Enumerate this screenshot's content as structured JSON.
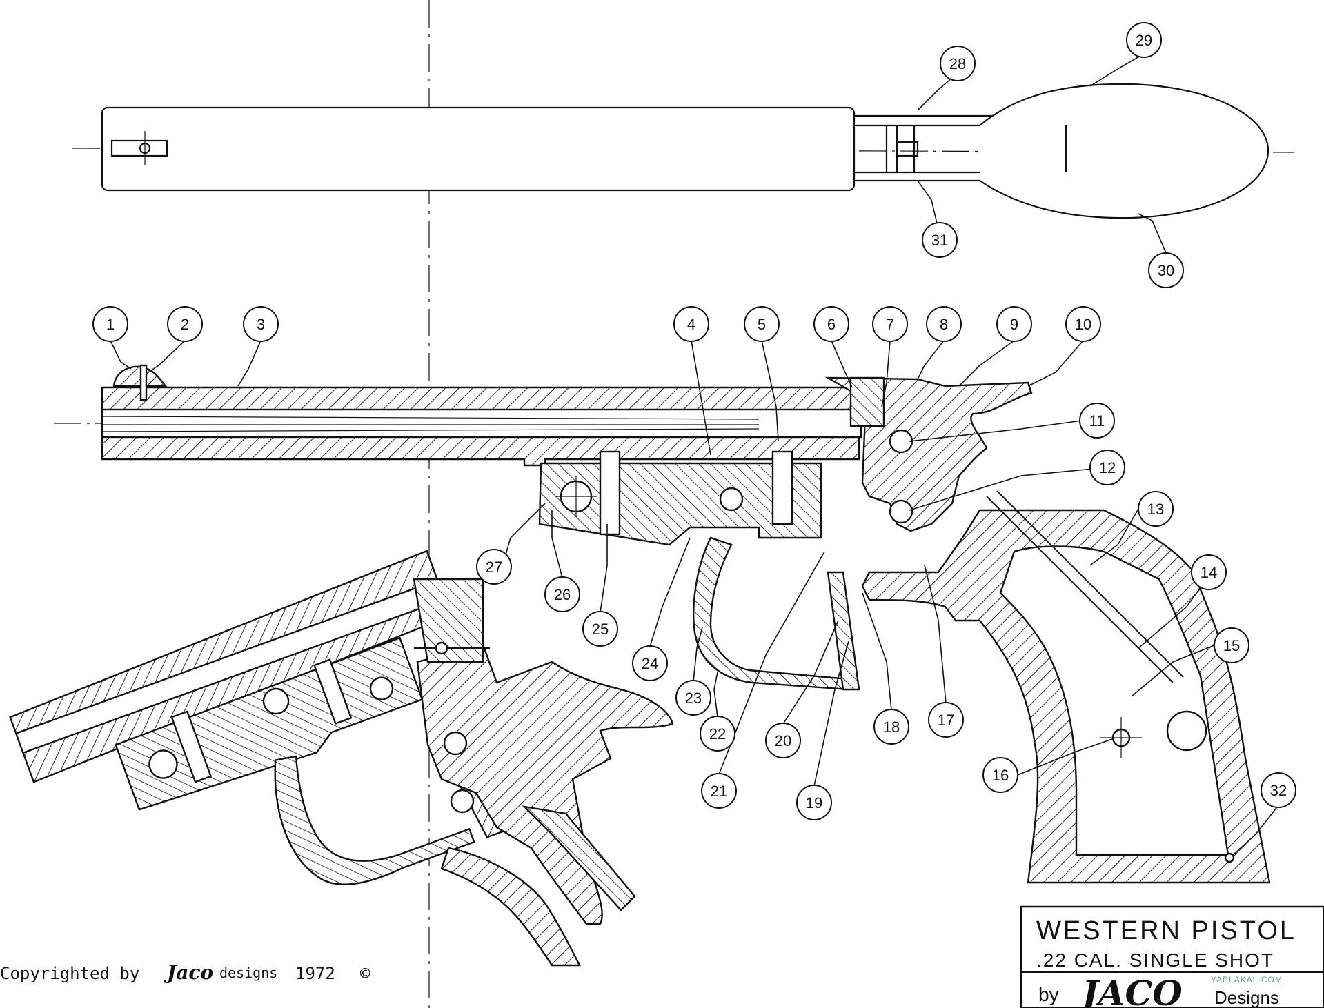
{
  "callouts": [
    "1",
    "2",
    "3",
    "4",
    "5",
    "6",
    "7",
    "8",
    "9",
    "10",
    "11",
    "12",
    "13",
    "14",
    "15",
    "16",
    "17",
    "18",
    "19",
    "20",
    "21",
    "22",
    "23",
    "24",
    "25",
    "26",
    "27",
    "28",
    "29",
    "30",
    "31",
    "32"
  ],
  "title_block": {
    "title": "WESTERN PISTOL",
    "subtitle": ".22 CAL. SINGLE SHOT",
    "by": "by",
    "maker": "JACO",
    "designs": "Designs"
  },
  "copyright": {
    "prefix": "Copyrighted by",
    "logo": "Jaco",
    "suffix": "designs",
    "year": "1972",
    "symbol": "©"
  },
  "watermark": "YAPLAKAL.COM",
  "colors": {
    "ink": "#111111",
    "paper": "#ffffff",
    "watermark": "#6b8fb0"
  }
}
